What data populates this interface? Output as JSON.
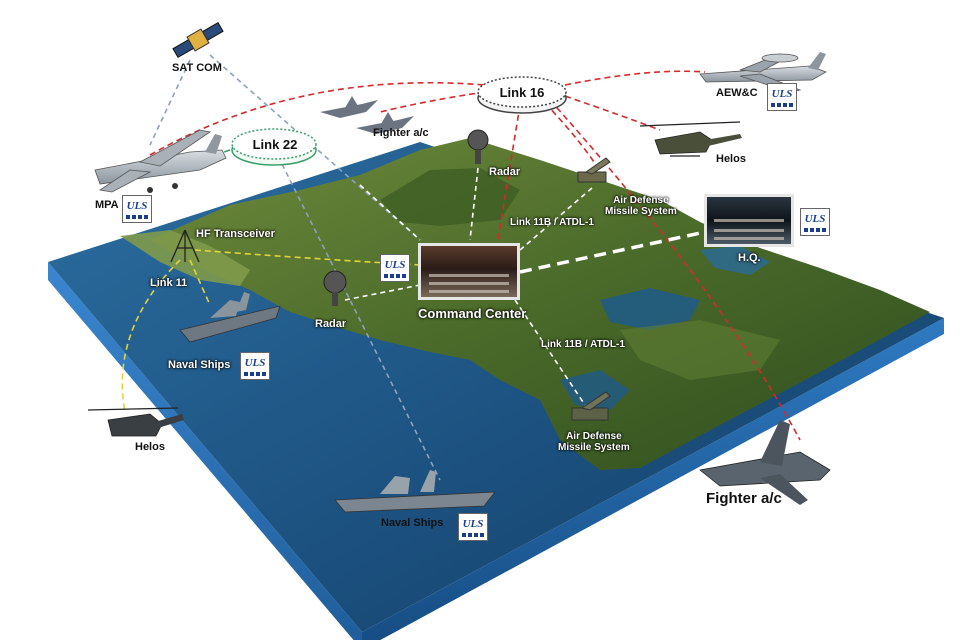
{
  "colors": {
    "link16": "#d42a2a",
    "link22": "#3b9e6a",
    "link11": "#e0d43a",
    "satcom": "#8aa0c0",
    "command": "#ffffff",
    "sea": "#1f5a8a",
    "land": "#4d6b2e",
    "edge": "#2a6bb0"
  },
  "links": {
    "link16": "Link 16",
    "link22": "Link 22",
    "link11": "Link 11",
    "link11b_top": "Link 11B / ATDL-1",
    "link11b_bottom": "Link 11B / ATDL-1"
  },
  "nodes": {
    "sat_com": "SAT COM",
    "fighter_top": "Fighter a/c",
    "aewc": "AEW&C",
    "helos_right": "Helos",
    "mpa": "MPA",
    "radar_top": "Radar",
    "air_defense_top": "Air Defense\nMissile System",
    "hf_transceiver": "HF Transceiver",
    "hq": "H.Q.",
    "command_center": "Command Center",
    "radar_left": "Radar",
    "naval_ships_left": "Naval Ships",
    "air_defense_bottom": "Air Defense\nMissile System",
    "helos_left": "Helos",
    "naval_ships_bottom": "Naval Ships",
    "fighter_bottom": "Fighter a/c"
  },
  "logo_text": "ULS",
  "icons": [
    "satellite-icon",
    "fighter-jet-icon",
    "aewc-aircraft-icon",
    "helicopter-icon",
    "mpa-aircraft-icon",
    "radar-icon",
    "missile-launcher-icon",
    "hf-antenna-icon",
    "warship-icon",
    "uls-logo"
  ]
}
